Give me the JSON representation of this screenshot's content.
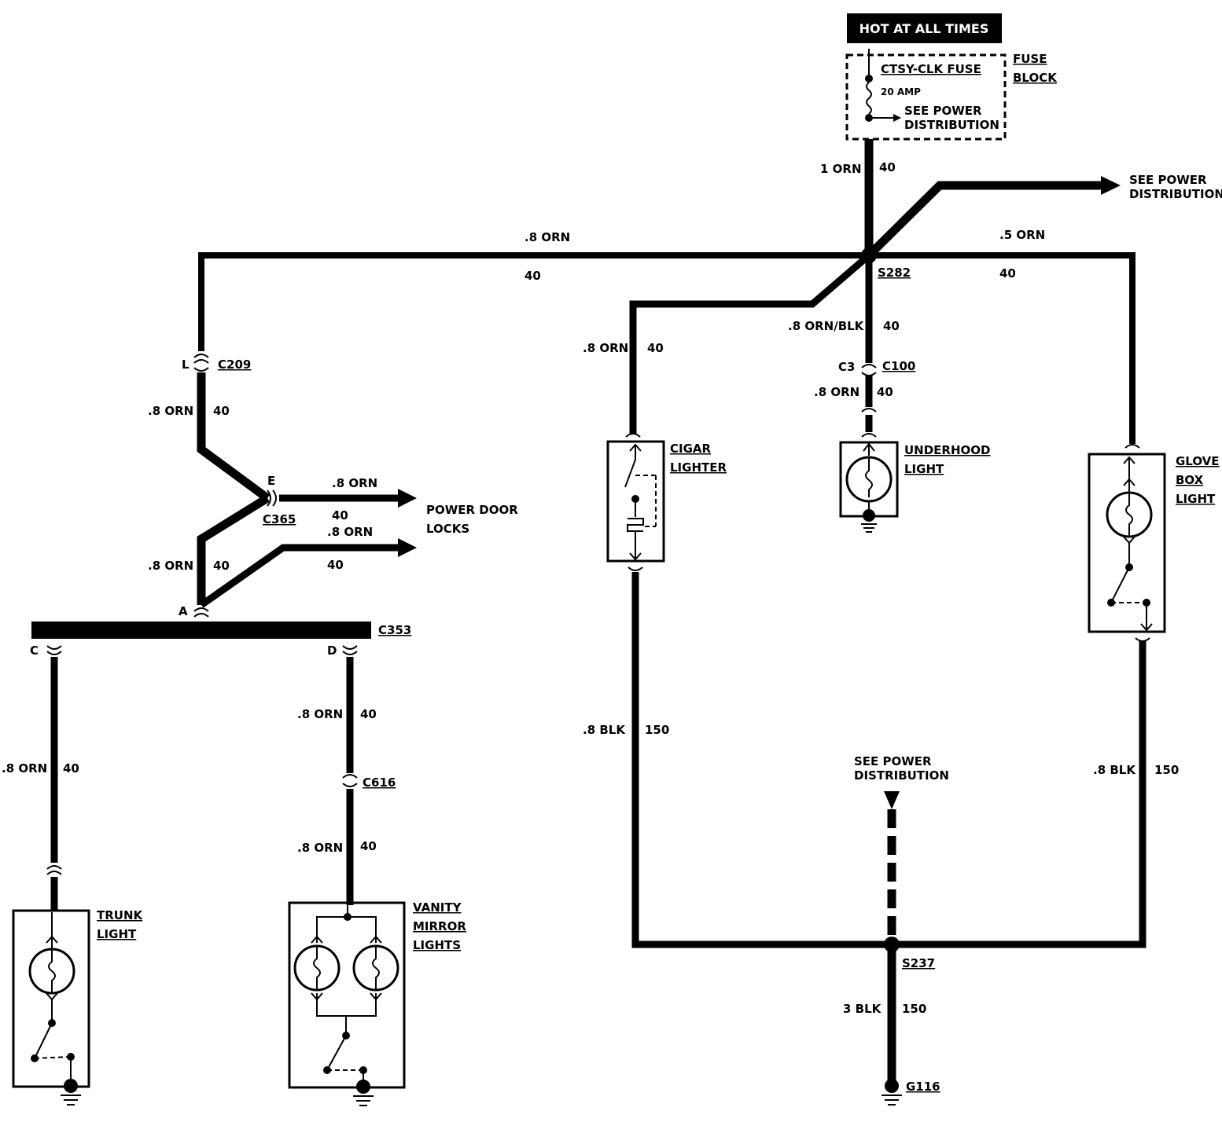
{
  "header": {
    "hot_label": "HOT AT ALL TIMES"
  },
  "fuse_block": {
    "fuse_name": "CTSY-CLK FUSE",
    "amperage": "20 AMP",
    "see_power_l1": "SEE POWER",
    "see_power_l2": "DISTRIBUTION",
    "block_l1": "FUSE",
    "block_l2": "BLOCK"
  },
  "wires": {
    "main_orn": "1 ORN",
    "main_orn_circuit": "40",
    "top_left_orn": ".8 ORN",
    "top_left_circuit": "40",
    "top_right_orn": ".5 ORN",
    "top_right_circuit": "40",
    "cigar_feed": ".8 ORN",
    "cigar_feed_circuit": "40",
    "underhood_feed": ".8 ORN/BLK",
    "underhood_feed_circuit": "40",
    "underhood_feed2": ".8 ORN",
    "underhood_feed2_circuit": "40",
    "c209_down": ".8 ORN",
    "c209_down_circuit": "40",
    "c365_out1": ".8 ORN",
    "c365_out1_circuit": "40",
    "c365_out2": ".8 ORN",
    "c365_out2_circuit": "40",
    "a_in": ".8 ORN",
    "a_in_circuit": "40",
    "trunk": ".8 ORN",
    "trunk_circuit": "40",
    "vanity_top": ".8 ORN",
    "vanity_top_circuit": "40",
    "vanity_bot": ".8 ORN",
    "vanity_bot_circuit": "40",
    "cigar_gnd": ".8 BLK",
    "cigar_gnd_circuit": "150",
    "glove_gnd": ".8 BLK",
    "glove_gnd_circuit": "150",
    "main_gnd": "3 BLK",
    "main_gnd_circuit": "150"
  },
  "refs": {
    "power_dist_top_l1": "SEE POWER",
    "power_dist_top_l2": "DISTRIBUTION",
    "power_door_l1": "POWER DOOR",
    "power_door_l2": "LOCKS",
    "power_dist_mid_l1": "SEE POWER",
    "power_dist_mid_l2": "DISTRIBUTION"
  },
  "splices": {
    "s282": "S282",
    "s237": "S237"
  },
  "grounds": {
    "g116": "G116"
  },
  "connectors": {
    "c209": "C209",
    "c209_pin": "L",
    "c365": "C365",
    "c365_pin": "E",
    "c353": "C353",
    "c353_pin_a": "A",
    "c353_pin_c": "C",
    "c353_pin_d": "D",
    "c100": "C100",
    "c100_pin": "C3",
    "c616": "C616"
  },
  "components": {
    "cigar_l1": "CIGAR",
    "cigar_l2": "LIGHTER",
    "underhood_l1": "UNDERHOOD",
    "underhood_l2": "LIGHT",
    "glove_l1": "GLOVE",
    "glove_l2": "BOX",
    "glove_l3": "LIGHT",
    "trunk_l1": "TRUNK",
    "trunk_l2": "LIGHT",
    "vanity_l1": "VANITY",
    "vanity_l2": "MIRROR",
    "vanity_l3": "LIGHTS"
  }
}
